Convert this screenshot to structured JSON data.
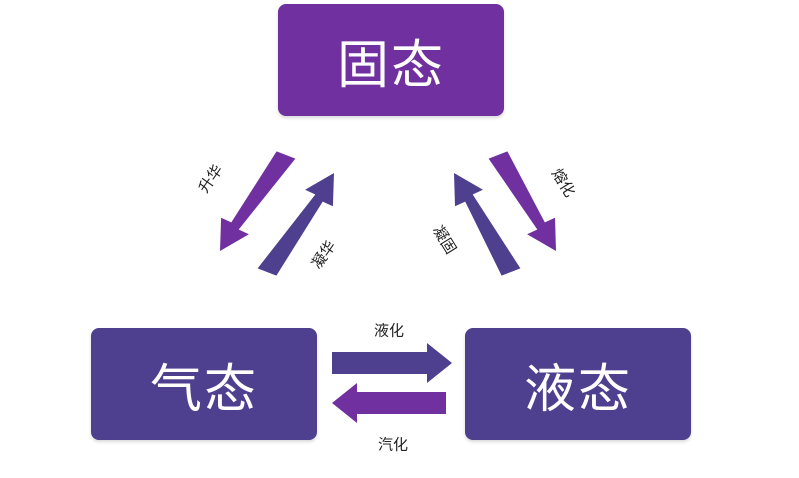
{
  "states": {
    "solid": "固态",
    "gas": "气态",
    "liquid": "液态"
  },
  "transitions": {
    "sublimation": "升华",
    "deposition": "凝华",
    "melting": "熔化",
    "freezing": "凝固",
    "condensation": "液化",
    "vaporization": "汽化"
  },
  "colors": {
    "solid_box": "#7030a0",
    "gas_box": "#4f3f8f",
    "liquid_box": "#4f3f8f",
    "arrow_purple": "#7030a0",
    "arrow_indigo": "#4f3f8f"
  }
}
